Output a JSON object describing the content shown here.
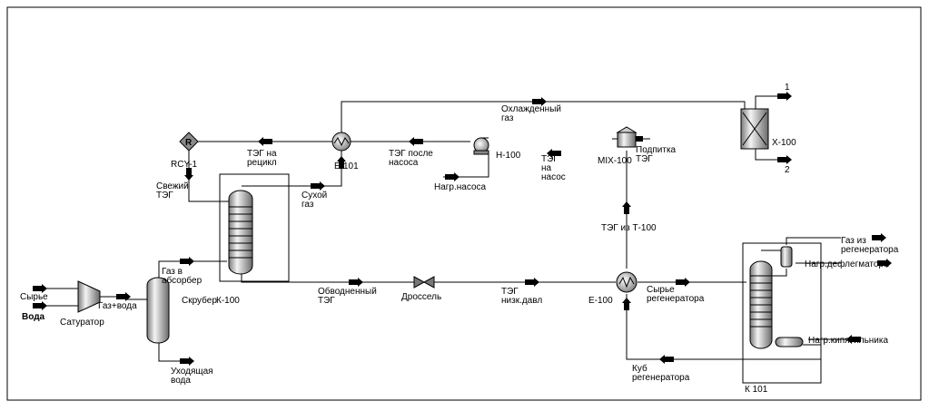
{
  "streams": {
    "syrye": "Сырье",
    "voda": "Вода",
    "gaz_voda": "Газ+вода",
    "gaz_v_absorber": [
      "Газ в",
      "абсорбер"
    ],
    "ukhodyashchaya_voda": [
      "Уходящая",
      "вода"
    ],
    "svezhiy_teg": [
      "Свежий",
      "ТЭГ"
    ],
    "teg_na_retsikl": [
      "ТЭГ на",
      "рецикл"
    ],
    "teg_posle_nasosa": [
      "ТЭГ после",
      "насоса"
    ],
    "sukhoy_gaz": [
      "Сухой",
      "газ"
    ],
    "okhlazhdennyy_gaz": [
      "Охлажденный",
      "газ"
    ],
    "nagr_nasosa": "Нагр.насоса",
    "teg_na_nasos": [
      "ТЭГ",
      "на",
      "насос"
    ],
    "podpitka_teg": [
      "Подпитка",
      "ТЭГ"
    ],
    "out_1": "1",
    "out_2": "2",
    "teg_iz_t100": "ТЭГ из Т-100",
    "obvodnennyy_teg": [
      "Обводненный",
      "ТЭГ"
    ],
    "teg_nizk_davl": [
      "ТЭГ",
      "низк.давл"
    ],
    "syrye_regeneratora": [
      "Сырье",
      "регенератора"
    ],
    "gaz_iz_regeneratora": [
      "Газ из",
      "регенератора"
    ],
    "nagr_deflegmatora": "Нагр.дефлегматора",
    "nagr_kipyatilnika": "Нагр.кипятильника",
    "kub_regeneratora": [
      "Куб",
      "регенератора"
    ]
  },
  "units": {
    "saturator": "Сатуратор",
    "scrubber": "Скрубер",
    "k100": "К-100",
    "rcy1": "RCY-1",
    "rcy1_symbol": "R",
    "e101": "Е-101",
    "h100": "Н-100",
    "mix100": "MIX-100",
    "x100": "Х-100",
    "drossel": "Дроссель",
    "e100": "Е-100",
    "k101": "К 101"
  }
}
